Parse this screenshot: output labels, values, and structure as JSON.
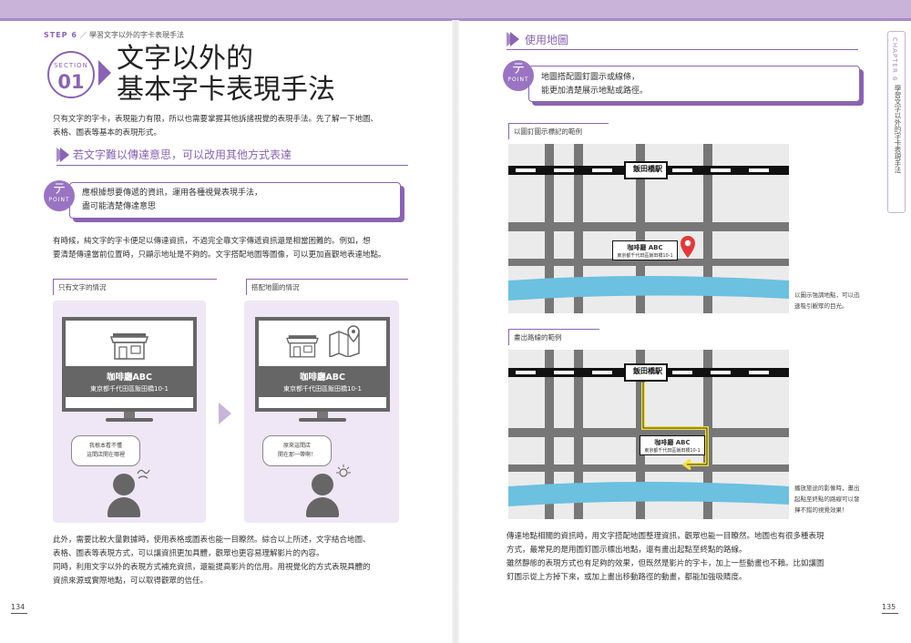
{
  "left": {
    "step": {
      "label": "STEP 6",
      "slash": "／",
      "text": "學習文字以外的字卡表現手法"
    },
    "section": {
      "label": "SECTION",
      "number": "01"
    },
    "title": {
      "line1": "文字以外的",
      "line2": "基本字卡表現手法"
    },
    "intro": [
      "只有文字的字卡，表現能力有限，所以也需要掌握其他訴諸視覺的表現手法。先了解一下地圖、",
      "表格、圖表等基本的表現形式。"
    ],
    "subheading": "若文字難以傳達意思，可以改用其他方式表達",
    "point": {
      "glyph": "テ",
      "label": "POINT",
      "lines": [
        "應根據想要傳遞的資訊，運用各種視覺表現手法，",
        "盡可能清楚傳達意思"
      ]
    },
    "body1": [
      "有時候，純文字的字卡便足以傳達資訊，不過完全靠文字傳遞資訊還是相當困難的。例如，想",
      "要清楚傳達當前位置時，只顯示地址是不夠的。文字搭配地圖等圖像，可以更加直觀地表達地點。"
    ],
    "box_text_only": "只有文字的情況",
    "box_with_map": "搭配地圖的情況",
    "shop_name": "咖啡廳ABC",
    "shop_address": "東京都千代田區飯田橋10-1",
    "bubble_left": [
      "我根本看不懂",
      "這間店開在哪裡"
    ],
    "bubble_right": [
      "原來這間店",
      "開在那一帶啊！"
    ],
    "body2": [
      "此外，需要比較大量數據時，使用表格或圖表也能一目瞭然。綜合以上所述，文字結合地圖、",
      "表格、圖表等表現方式，可以讓資訊更加具體，觀眾也更容易理解影片的內容。",
      "同時，利用文字以外的表現方式補充資訊，還能提高影片的信用。用視覺化的方式表現具體的",
      "資訊來源或實際地點，可以取得觀眾的信任。"
    ],
    "page_number": "134"
  },
  "right": {
    "subheading": "使用地圖",
    "point": {
      "glyph": "テ",
      "label": "POINT",
      "lines": [
        "地圖搭配圖釘圖示或線條，",
        "能更加清楚展示地點或路徑。"
      ]
    },
    "example1_label": "以圖釘圖示標記的範例",
    "example2_label": "畫出路線的範例",
    "station_name": "飯田橋駅",
    "map_shop_name": "咖啡廳 ABC",
    "map_shop_address": "東京都千代田區飯田橋10-1",
    "note1": [
      "以圖示強調地點，可以迅",
      "速吸引觀眾的目光。"
    ],
    "note2": [
      "播放旅途的影像時，畫出",
      "起點至終點的路線可以發",
      "揮不錯的視覺效果！"
    ],
    "body": [
      "傳達地點相關的資訊時，用文字搭配地圖整理資訊，觀眾也能一目瞭然。地圖也有很多種表現",
      "方式，最常見的是用圖釘圖示標出地點，還有畫出起點至終點的路線。",
      "雖然靜態的表現方式也有足夠的效果，但既然是影片的字卡，加上一些動畫也不賴。比如讓圖",
      "釘圖示從上方掉下來，或加上畫出移動路徑的動畫，都能加強吸睛度。"
    ],
    "page_number": "135",
    "chapter_label": "CHAPTER 6",
    "chapter_title": "學習文字以外的字卡表現手法"
  },
  "colors": {
    "accent": "#8a64b3",
    "light_accent": "#c9b3d9",
    "panel": "#efe7f5",
    "river": "#6cc0e0",
    "route": "#f3e23a",
    "pin": "#e03b3b"
  },
  "icons": [
    "store-icon",
    "map-pin-icon",
    "folded-map-icon",
    "person-icon",
    "confused-icon",
    "idea-icon"
  ]
}
